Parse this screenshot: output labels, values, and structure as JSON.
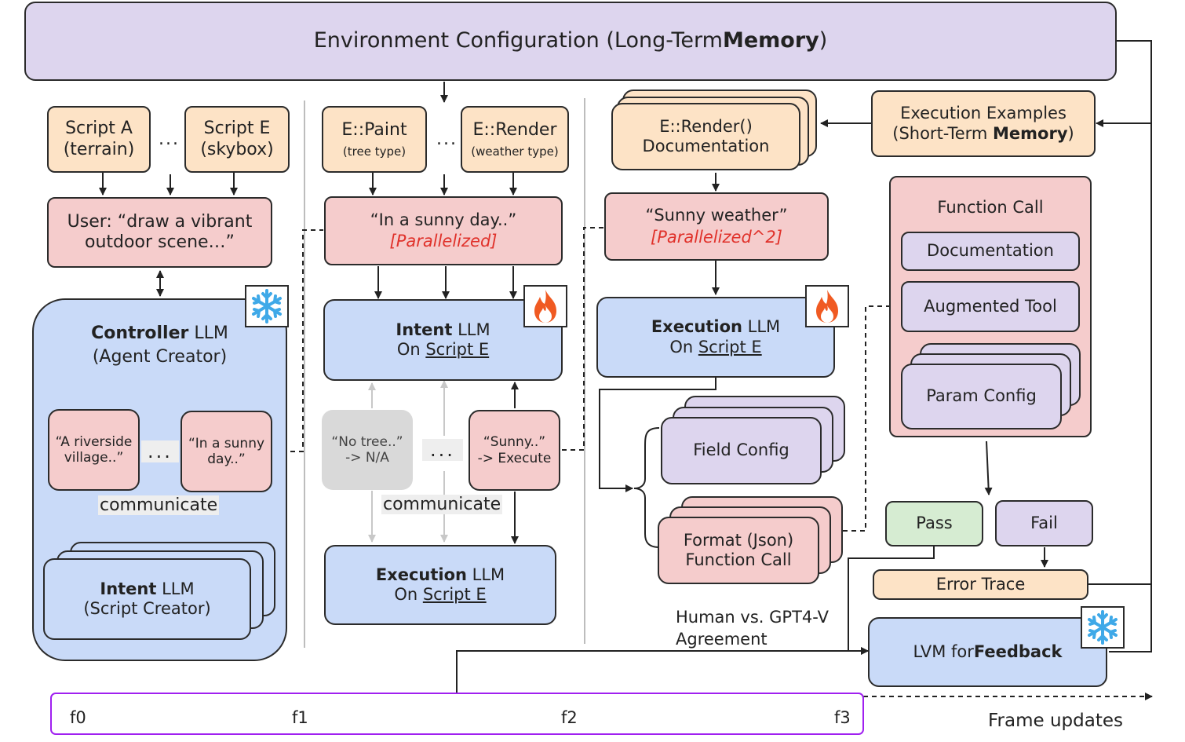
{
  "env": {
    "prefix": "Environment Configuration (Long-Term ",
    "bold": "Memory",
    "suffix": ")"
  },
  "col1": {
    "script_a": [
      "Script A",
      "(terrain)"
    ],
    "script_e": [
      "Script E",
      "(skybox)"
    ],
    "ellipsis": "...",
    "user": [
      "User: “draw a vibrant",
      "outdoor scene…”"
    ],
    "controller": {
      "bold": "Controller",
      "rest": " LLM",
      "sub": "(Agent Creator)"
    },
    "prompt_a": [
      "“A riverside",
      "village..”"
    ],
    "prompt_b": [
      "“In a sunny",
      "day..”"
    ],
    "mid_dots": "...",
    "communicate": "communicate",
    "intent": {
      "bold": "Intent",
      "rest": " LLM",
      "sub": "(Script Creator)"
    }
  },
  "col2": {
    "paint": {
      "title": "E::Paint",
      "sub": "(tree type)"
    },
    "render": {
      "title": "E::Render",
      "sub": "(weather type)"
    },
    "ellipsis": "...",
    "day": {
      "text": "“In a sunny day..”",
      "tag": "[Parallelized]"
    },
    "intent": {
      "bold": "Intent",
      "rest": " LLM",
      "on": "On ",
      "script": "Script E"
    },
    "notree": [
      "“No tree..”",
      "-> N/A"
    ],
    "mid_dots": "...",
    "sunny": [
      "“Sunny..”",
      "-> Execute"
    ],
    "communicate": "communicate",
    "exec": {
      "bold": "Execution",
      "rest": " LLM",
      "on": "On ",
      "script": "Script E"
    }
  },
  "col3": {
    "doc": [
      "E::Render()",
      "Documentation"
    ],
    "weather": {
      "text": "“Sunny weather”",
      "tag": "[Parallelized^2]"
    },
    "exec": {
      "bold": "Execution",
      "rest": " LLM",
      "on": "On ",
      "script": "Script E"
    },
    "field": "Field Config",
    "format": [
      "Format (Json)",
      "Function Call"
    ],
    "agreement": [
      "Human vs. GPT4-V",
      "Agreement"
    ]
  },
  "col4": {
    "examples": {
      "line1": "Execution Examples",
      "prefix": "(Short-Term ",
      "bold": "Memory",
      "suffix": ")"
    },
    "function_call": {
      "title": "Function Call",
      "documentation": "Documentation",
      "augmented": "Augmented Tool",
      "param": "Param Config"
    },
    "pass": "Pass",
    "fail": "Fail",
    "error": "Error Trace",
    "lvm": {
      "prefix": "LVM for ",
      "bold": "Feedback"
    }
  },
  "timeline": {
    "frames": [
      "f0",
      "f1",
      "f2",
      "f3"
    ],
    "label": "Frame updates"
  },
  "colors": {
    "orange": "#fde3c6",
    "pink": "#f5cccc",
    "purple": "#ddd5ee",
    "blue": "#c9daf8",
    "green": "#d6ecd2",
    "timeline": "#a020f0",
    "parallel_tag": "#e0312a"
  },
  "icons": {
    "frozen": "snowflake-icon",
    "trainable": "fire-icon"
  }
}
